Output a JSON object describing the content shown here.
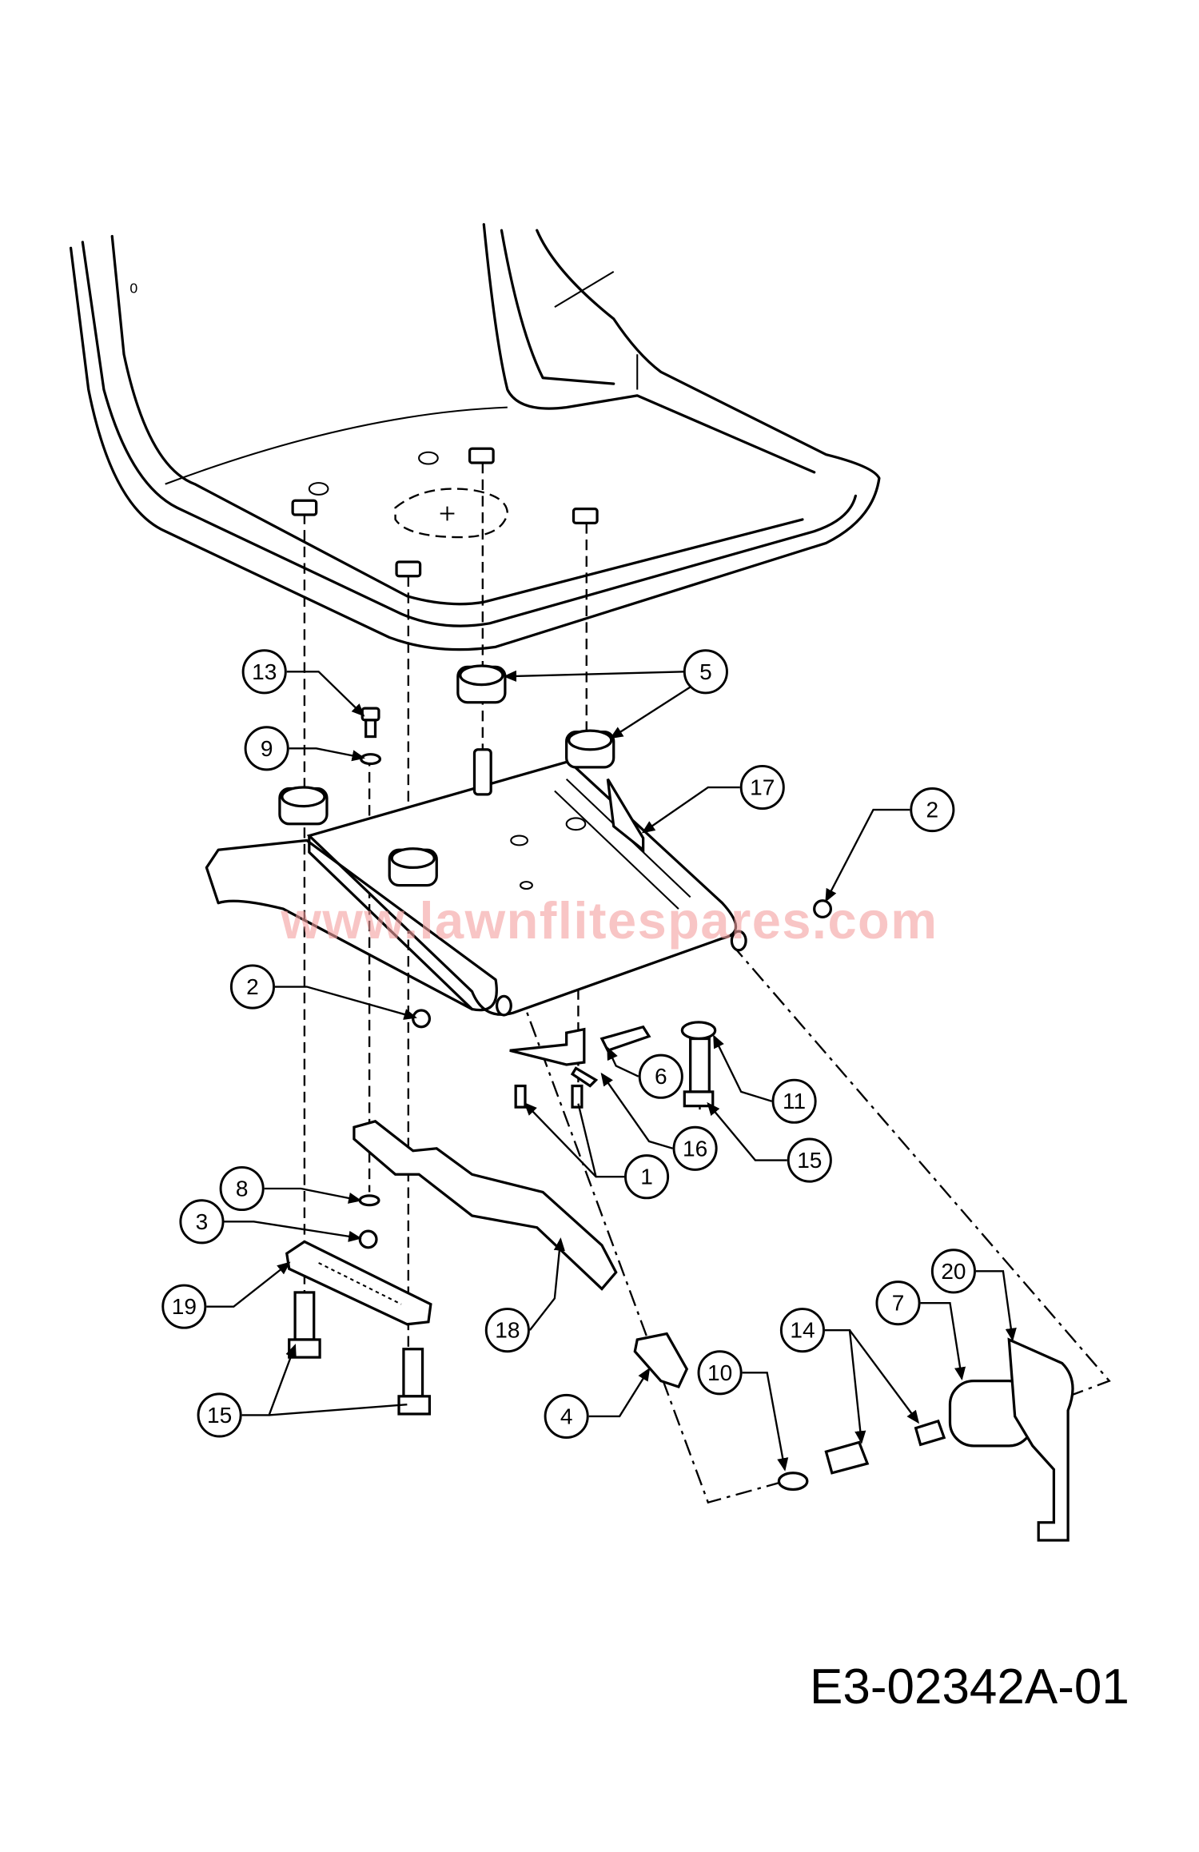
{
  "diagram": {
    "drawing_code": "E3-02342A-01",
    "watermark": "www.lawnflitespares.com",
    "seat_mark": "0",
    "callouts": [
      "13",
      "9",
      "5",
      "17",
      "2",
      "2",
      "6",
      "11",
      "16",
      "15",
      "1",
      "8",
      "3",
      "19",
      "18",
      "15",
      "4",
      "10",
      "14",
      "7",
      "20"
    ]
  }
}
